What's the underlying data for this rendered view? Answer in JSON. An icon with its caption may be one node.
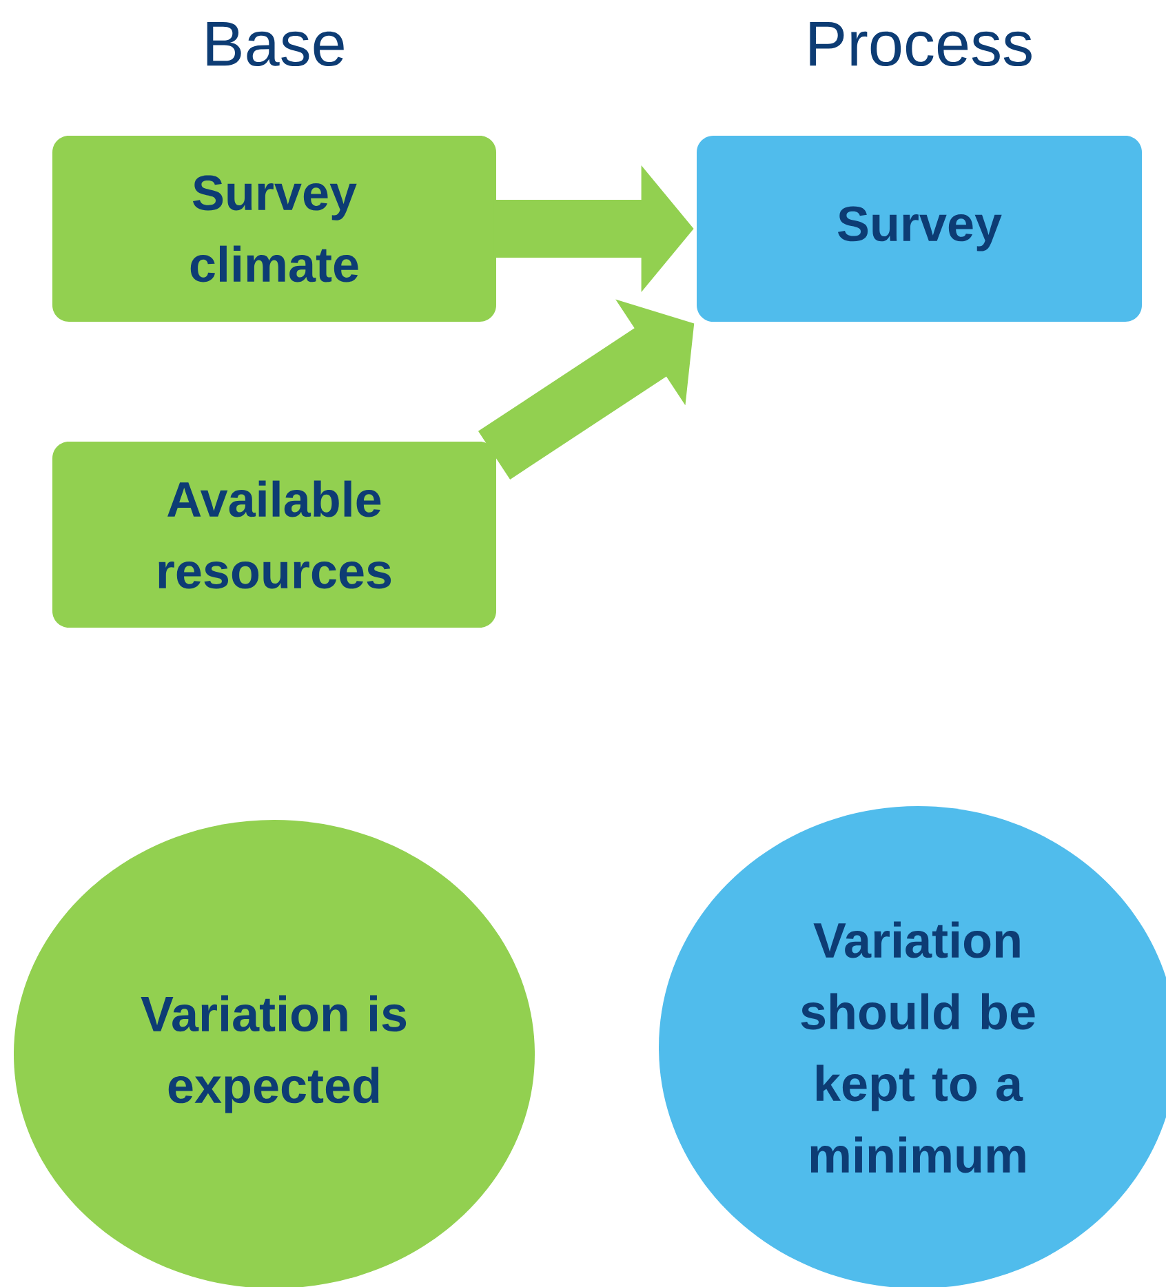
{
  "diagram": {
    "nodes": [
      {
        "text": [
          "Survey climate"
        ]
      },
      {
        "text": [
          "Survey"
        ]
      },
      {
        "text": [
          "Available resources"
        ]
      },
      {
        "text": [
          "Variation is expected"
        ]
      },
      {
        "text": [
          "Variation should be kept to a minimum"
        ]
      }
    ],
    "edges": [
      {
        "from": 0,
        "to": 1,
        "arrow": "to"
      },
      {
        "from": 2,
        "to": 1,
        "arrow": "to"
      }
    ],
    "labels": [
      "Base",
      "Process"
    ]
  }
}
